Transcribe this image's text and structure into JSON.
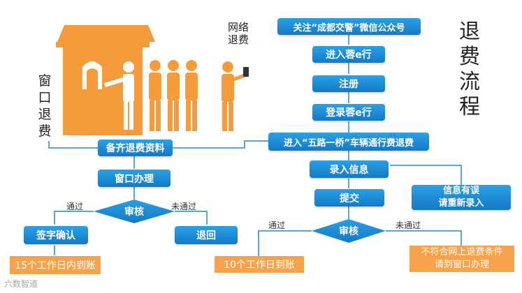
{
  "title": "退费流程",
  "labels": {
    "window_refund": "窗口退费",
    "online_refund": "网络\n退费",
    "pass": "通过",
    "fail": "未通过"
  },
  "left_flow": {
    "prepare": "备齐退费资料",
    "counter": "窗口办理",
    "review": "审核",
    "sign": "签字确认",
    "return": "退回",
    "deposit_15": "15个工作日内到账"
  },
  "right_flow": {
    "follow": "关注“成都交警”微信公众号",
    "enter_app": "进入蓉e行",
    "register": "注册",
    "login": "登录蓉e行",
    "enter_refund": "进入“五路一桥”车辆通行费退费",
    "input": "录入信息",
    "submit": "提交",
    "review": "审核",
    "error": [
      "信息有误",
      "请重新录入"
    ],
    "deposit_10": "10个工作日到账",
    "nonconform": [
      "不符合网上退费条件",
      "请到窗口办理"
    ]
  },
  "watermark": "六数智道"
}
